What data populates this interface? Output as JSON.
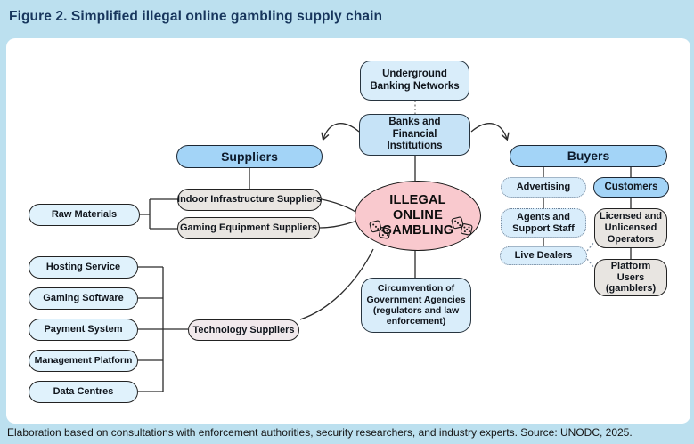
{
  "figure": {
    "title": "Figure 2. Simplified illegal online gambling supply chain",
    "footer": "Elaboration based on consultations with enforcement authorities, security researchers, and industry experts. Source: UNODC, 2025."
  },
  "diagram": {
    "center": {
      "label": "ILLEGAL ONLINE GAMBLING",
      "icon": "dice-icon"
    },
    "top": {
      "underground": "Underground Banking Networks",
      "banks": "Banks and Financial Institutions"
    },
    "suppliers": {
      "header": "Suppliers",
      "infrastructure": "Indoor Infrastructure Suppliers",
      "equipment": "Gaming Equipment Suppliers",
      "raw_materials": "Raw Materials",
      "technology": "Technology Suppliers",
      "tech_inputs": [
        "Hosting Service",
        "Gaming Software",
        "Payment System",
        "Management Platform",
        "Data Centres"
      ]
    },
    "buyers": {
      "header": "Buyers",
      "advertising": "Advertising",
      "customers": "Customers",
      "agents": "Agents and Support Staff",
      "operators": "Licensed and Unlicensed Operators",
      "live_dealers": "Live Dealers",
      "platform_users": "Platform Users (gamblers)"
    },
    "bottom": {
      "circumvention": "Circumvention of Government Agencies (regulators and law enforcement)"
    }
  },
  "colors": {
    "page_background": "#BCE0EF",
    "panel_background": "#FFFFFF",
    "title_text": "#17365D",
    "header_fill": "#A3D4F7",
    "pale_blue_fill": "#D9EDFA",
    "medium_blue_fill": "#C6E3F7",
    "light_blue_pill": "#E0F2FC",
    "dotted_box_fill": "#D9EDFB",
    "pink_ellipse": "#F9C9CE",
    "gray_fill": "#E9E6E2",
    "tech_fill": "#F1E9EC",
    "connector": "#2B2B2B"
  }
}
